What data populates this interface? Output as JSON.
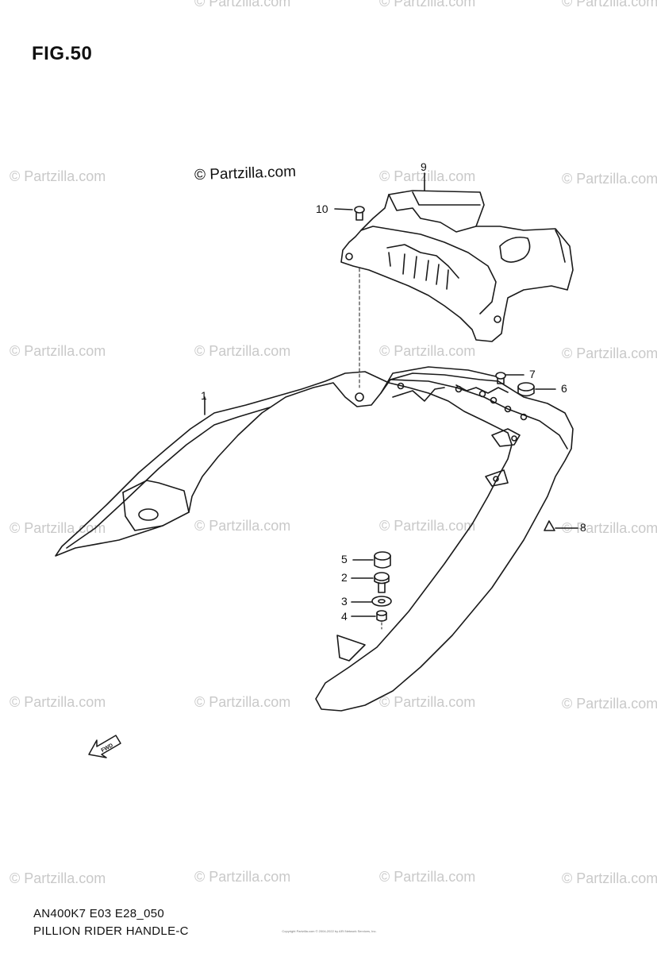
{
  "figure": {
    "title": "FIG.50",
    "copyright": "© Partzilla.com",
    "model_code": "AN400K7 E03 E28_050",
    "assembly_name": "PILLION RIDER HANDLE-C",
    "fine_print": "Copyright Partzilla.com © 2004-2022 by ARI Network Services, Inc."
  },
  "watermark": {
    "text": "© Partzilla.com"
  },
  "callouts": {
    "p1": "1",
    "p2": "2",
    "p3": "3",
    "p4": "4",
    "p5": "5",
    "p6": "6",
    "p7": "7",
    "p8": "8",
    "p9": "9",
    "p10": "10"
  },
  "icons": {
    "front_arrow": "front-direction-arrow-icon",
    "front_arrow_text": "FWD"
  }
}
